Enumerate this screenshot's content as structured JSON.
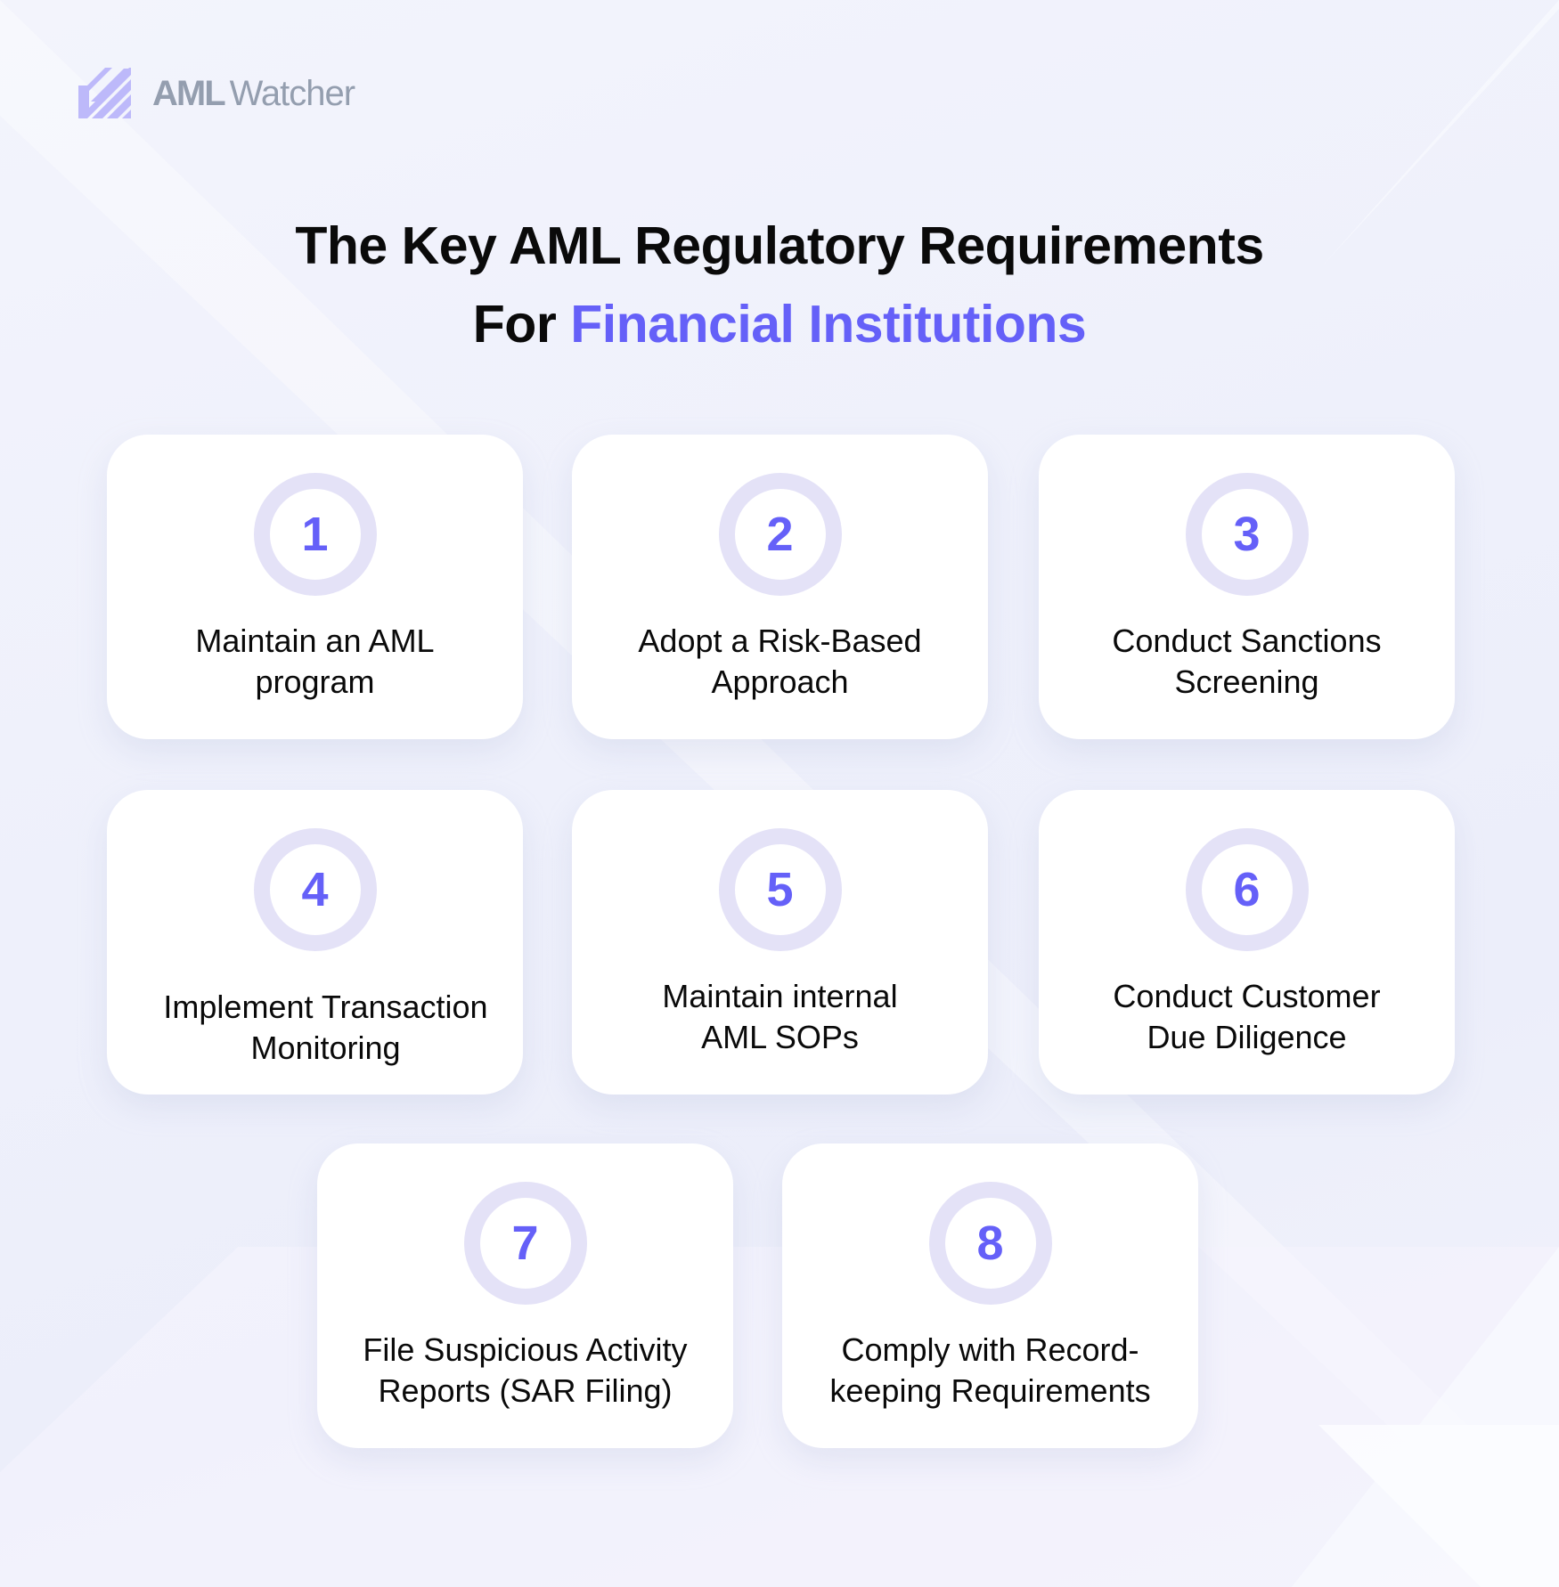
{
  "brand": {
    "logo_bold": "AML",
    "logo_regular": "Watcher",
    "icon": "striped-check-logo-icon",
    "logo_color": "#949EAF",
    "icon_color": "#BDB9FA"
  },
  "header": {
    "title_line1": "The Key AML Regulatory Requirements",
    "title_line2_prefix": "For",
    "title_line2_accent": "Financial Institutions",
    "accent_color": "#6560F8"
  },
  "requirements": [
    {
      "number": "1",
      "line1": "Maintain an AML",
      "line2": "program"
    },
    {
      "number": "2",
      "line1": "Adopt a Risk-Based",
      "line2": "Approach"
    },
    {
      "number": "3",
      "line1": "Conduct Sanctions",
      "line2": "Screening"
    },
    {
      "number": "4",
      "line1": "Implement Transaction",
      "line2": "Monitoring"
    },
    {
      "number": "5",
      "line1": "Maintain internal",
      "line2": "AML SOPs"
    },
    {
      "number": "6",
      "line1": "Conduct Customer",
      "line2": "Due Diligence"
    },
    {
      "number": "7",
      "line1": "File Suspicious Activity",
      "line2": "Reports (SAR Filing)"
    },
    {
      "number": "8",
      "line1": "Comply with Record-",
      "line2": "keeping Requirements"
    }
  ],
  "colors": {
    "ring": "#E4E2F7",
    "number": "#6560F8",
    "card": "#FFFFFF",
    "background": "#EEF0FB"
  }
}
